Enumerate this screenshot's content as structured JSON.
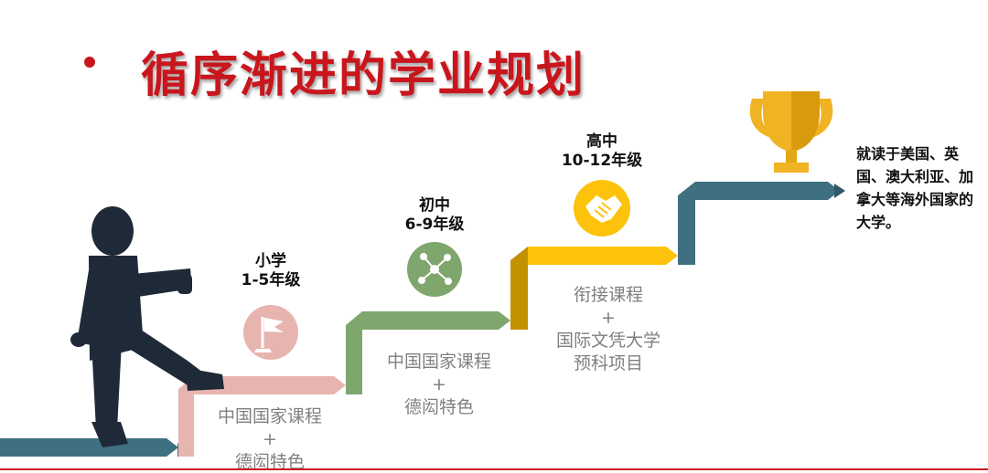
{
  "title": "循序渐进的学业规划",
  "stages": [
    {
      "name": "小学",
      "grade": "1-5年级",
      "desc": [
        "中国国家课程",
        "+",
        "德闳特色"
      ],
      "icon": "flag-icon",
      "color": "#e8b4b0"
    },
    {
      "name": "初中",
      "grade": "6-9年级",
      "desc": [
        "中国国家课程",
        "+",
        "德闳特色"
      ],
      "icon": "network-icon",
      "color": "#7fa66c"
    },
    {
      "name": "高中",
      "grade": "10-12年级",
      "desc": [
        "衔接课程",
        "+",
        "国际文凭大学",
        "预科项目"
      ],
      "icon": "handshake-icon",
      "color": "#fdc20b"
    }
  ],
  "goal": {
    "text": "就读于美国、英国、澳大利亚、加拿大等海外国家的大学。",
    "icon": "trophy-icon"
  },
  "colors": {
    "accent": "#c9161d",
    "teal": "#3f7081",
    "pink": "#e8b4b0",
    "green": "#7fa66c",
    "gold": "#fdc20b",
    "trophy": "#f0b323"
  }
}
